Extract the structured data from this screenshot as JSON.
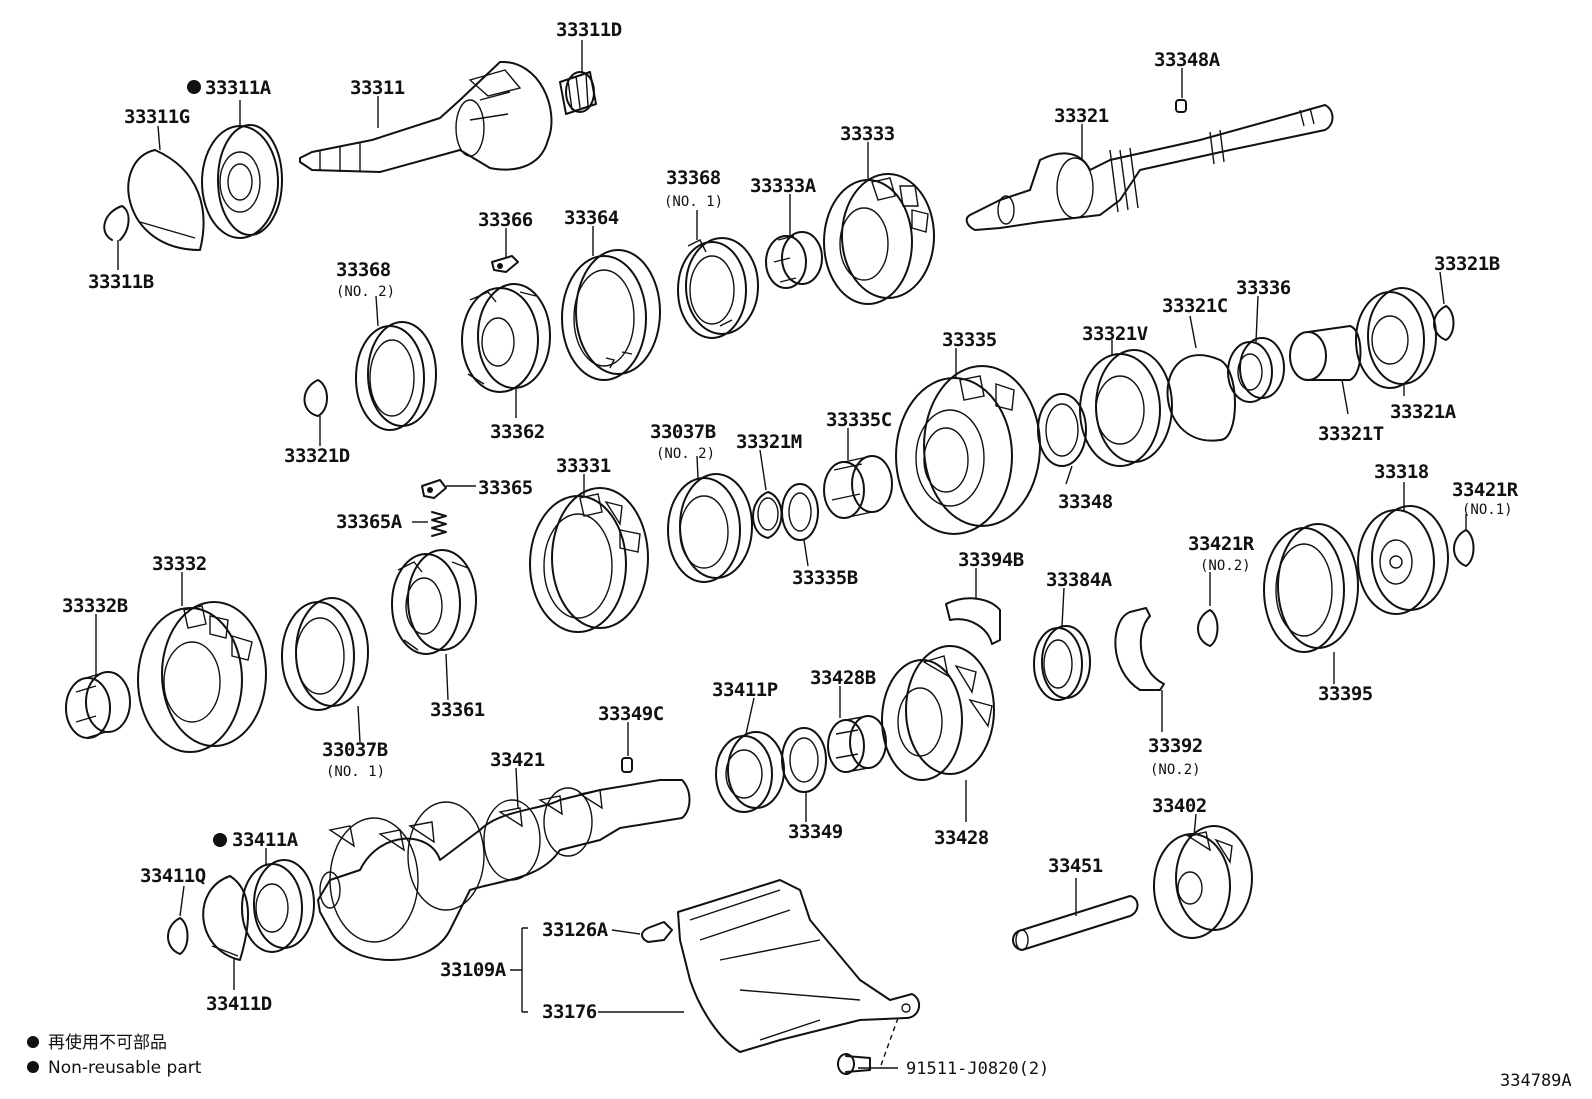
{
  "parts": {
    "p33311D": "33311D",
    "p33311A": "33311A",
    "p33311": "33311",
    "p33311G": "33311G",
    "p33311B": "33311B",
    "p33348A": "33348A",
    "p33321": "33321",
    "p33333": "33333",
    "p33368": "33368",
    "p33368_no1": "(NO. 1)",
    "p33333A": "33333A",
    "p33366": "33366",
    "p33364": "33364",
    "p33368b": "33368",
    "p33368b_no2": "(NO. 2)",
    "p33321D": "33321D",
    "p33362": "33362",
    "p33321B": "33321B",
    "p33336": "33336",
    "p33321C": "33321C",
    "p33321V": "33321V",
    "p33335": "33335",
    "p33321T": "33321T",
    "p33321A": "33321A",
    "p33037B": "33037B",
    "p33037B_no2": "(NO. 2)",
    "p33321M": "33321M",
    "p33335C": "33335C",
    "p33331": "33331",
    "p33365": "33365",
    "p33365A": "33365A",
    "p33348": "33348",
    "p33318": "33318",
    "p33421R": "33421R",
    "p33421R_no1": "(NO.1)",
    "p33335B": "33335B",
    "p33394B": "33394B",
    "p33421Rb": "33421R",
    "p33421Rb_no2": "(NO.2)",
    "p33384A": "33384A",
    "p33332": "33332",
    "p33332B": "33332B",
    "p33361": "33361",
    "p33037Bb": "33037B",
    "p33037Bb_no1": "(NO. 1)",
    "p33395": "33395",
    "p33411P": "33411P",
    "p33428B": "33428B",
    "p33349C": "33349C",
    "p33392": "33392",
    "p33392_no2": "(NO.2)",
    "p33421": "33421",
    "p33402": "33402",
    "p33349": "33349",
    "p33428": "33428",
    "p33411A": "33411A",
    "p33451": "33451",
    "p33411Q": "33411Q",
    "p33126A": "33126A",
    "p33109A": "33109A",
    "p33176": "33176",
    "p33411D": "33411D",
    "p91511": "91511-J0820(2)"
  },
  "legend": {
    "japanese": "再使用不可部品",
    "english": "Non-reusable part"
  },
  "figure_code": "334789A"
}
